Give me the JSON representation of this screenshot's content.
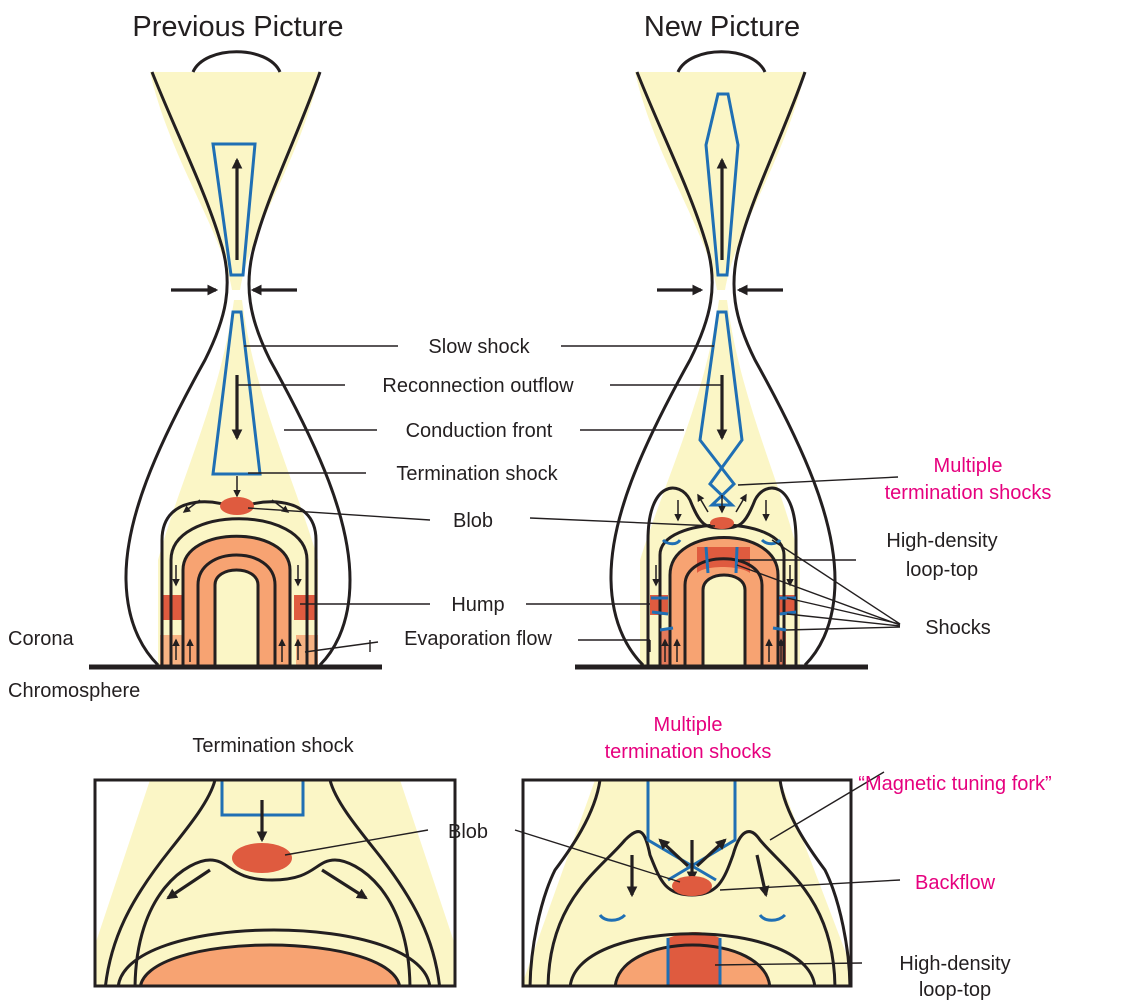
{
  "titles": {
    "left": "Previous Picture",
    "right": "New Picture"
  },
  "labels": {
    "slow_shock": "Slow shock",
    "reconnection_outflow": "Reconnection outflow",
    "conduction_front": "Conduction front",
    "termination_shock": "Termination shock",
    "blob": "Blob",
    "hump": "Hump",
    "evaporation_flow": "Evaporation flow",
    "corona": "Corona",
    "chromosphere": "Chromosphere",
    "multiple_termination_shocks_line1": "Multiple",
    "multiple_termination_shocks_line2": "termination shocks",
    "high_density_line1": "High-density",
    "high_density_line2": "loop-top",
    "shocks": "Shocks"
  },
  "insets": {
    "left_title": "Termination shock",
    "right_title_line1": "Multiple",
    "right_title_line2": "termination shocks",
    "blob": "Blob",
    "tuning_fork": "“Magnetic tuning fork”",
    "backflow": "Backflow",
    "high_density_line1": "High-density",
    "high_density_line2": "loop-top"
  },
  "colors": {
    "plasma_sheet": "#fbf6c6",
    "loop_orange": "#f7a372",
    "dense_red": "#df5b3f",
    "shock_blue": "#1f6fb4",
    "highlight_magenta": "#e6007e",
    "line_dark": "#231f20"
  }
}
